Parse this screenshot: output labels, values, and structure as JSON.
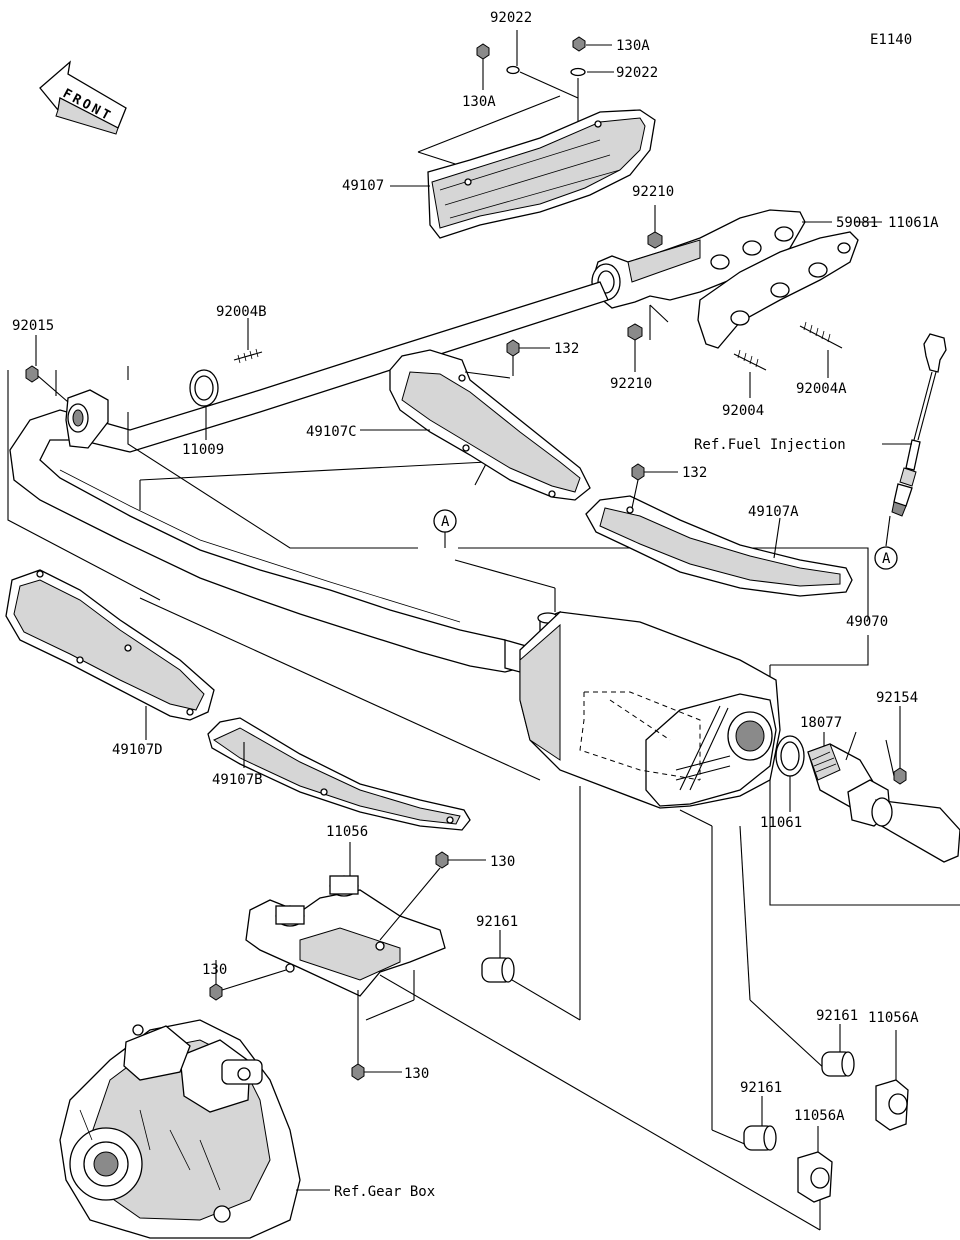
{
  "diagram_code": "E1140",
  "front_label": "FRONT",
  "labels": {
    "p92022_top": "92022",
    "p130A_right": "130A",
    "p130A_left": "130A",
    "p92022_right": "92022",
    "p49107": "49107",
    "p92210_top": "92210",
    "p59081": "59081",
    "p11061A": "11061A",
    "p92015": "92015",
    "p92004B": "92004B",
    "p132_top": "132",
    "p92210_bottom": "92210",
    "p92004A": "92004A",
    "p92004": "92004",
    "p11009": "11009",
    "p49107C": "49107C",
    "ref_fuel_injection": "Ref.Fuel Injection",
    "p132_mid": "132",
    "p49107A": "49107A",
    "callout_A_top": "A",
    "callout_A_right": "A",
    "p49070": "49070",
    "p92154": "92154",
    "p18077": "18077",
    "p49107D": "49107D",
    "p11061": "11061",
    "p49107B": "49107B",
    "p11056": "11056",
    "p130_right": "130",
    "p92161_mid": "92161",
    "p130_left": "130",
    "p130_bottom": "130",
    "p92161_right": "92161",
    "p11056A_right": "11056A",
    "p92161_low": "92161",
    "p11056A_low": "11056A",
    "ref_gear_box": "Ref.Gear Box"
  }
}
